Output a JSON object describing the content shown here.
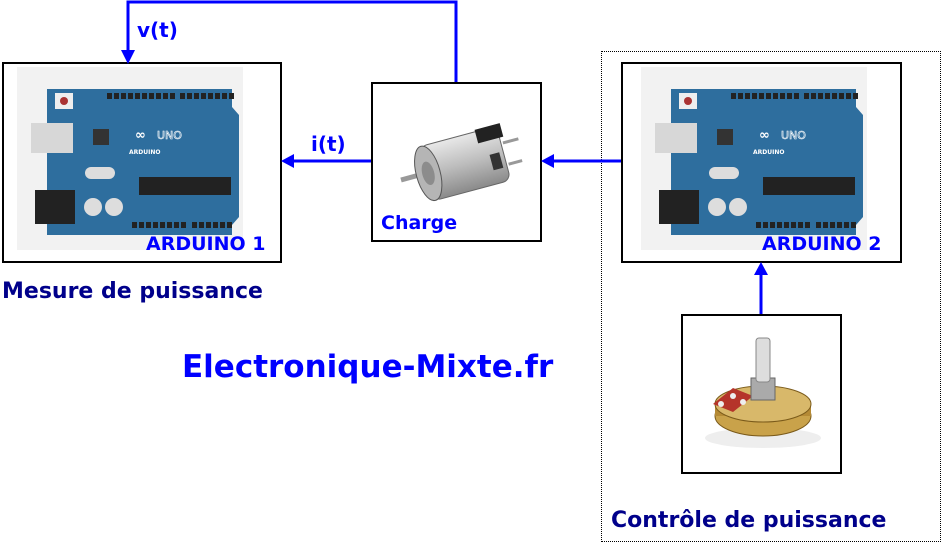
{
  "signals": {
    "voltage": "v(t)",
    "current": "i(t)"
  },
  "arduino1": {
    "label": "ARDUINO 1",
    "board_text": "UNO",
    "brand": "ARDUINO"
  },
  "arduino2": {
    "label": "ARDUINO 2",
    "board_text": "UNO",
    "brand": "ARDUINO"
  },
  "load": {
    "label": "Charge"
  },
  "sections": {
    "measure": "Mesure de puissance",
    "control": "Contrôle de puissance"
  },
  "watermark": "Electronique-Mixte.fr",
  "colors": {
    "wire": "#0000ff",
    "label": "#0000ff",
    "section": "#00008b",
    "board": "#2e6e9e"
  }
}
